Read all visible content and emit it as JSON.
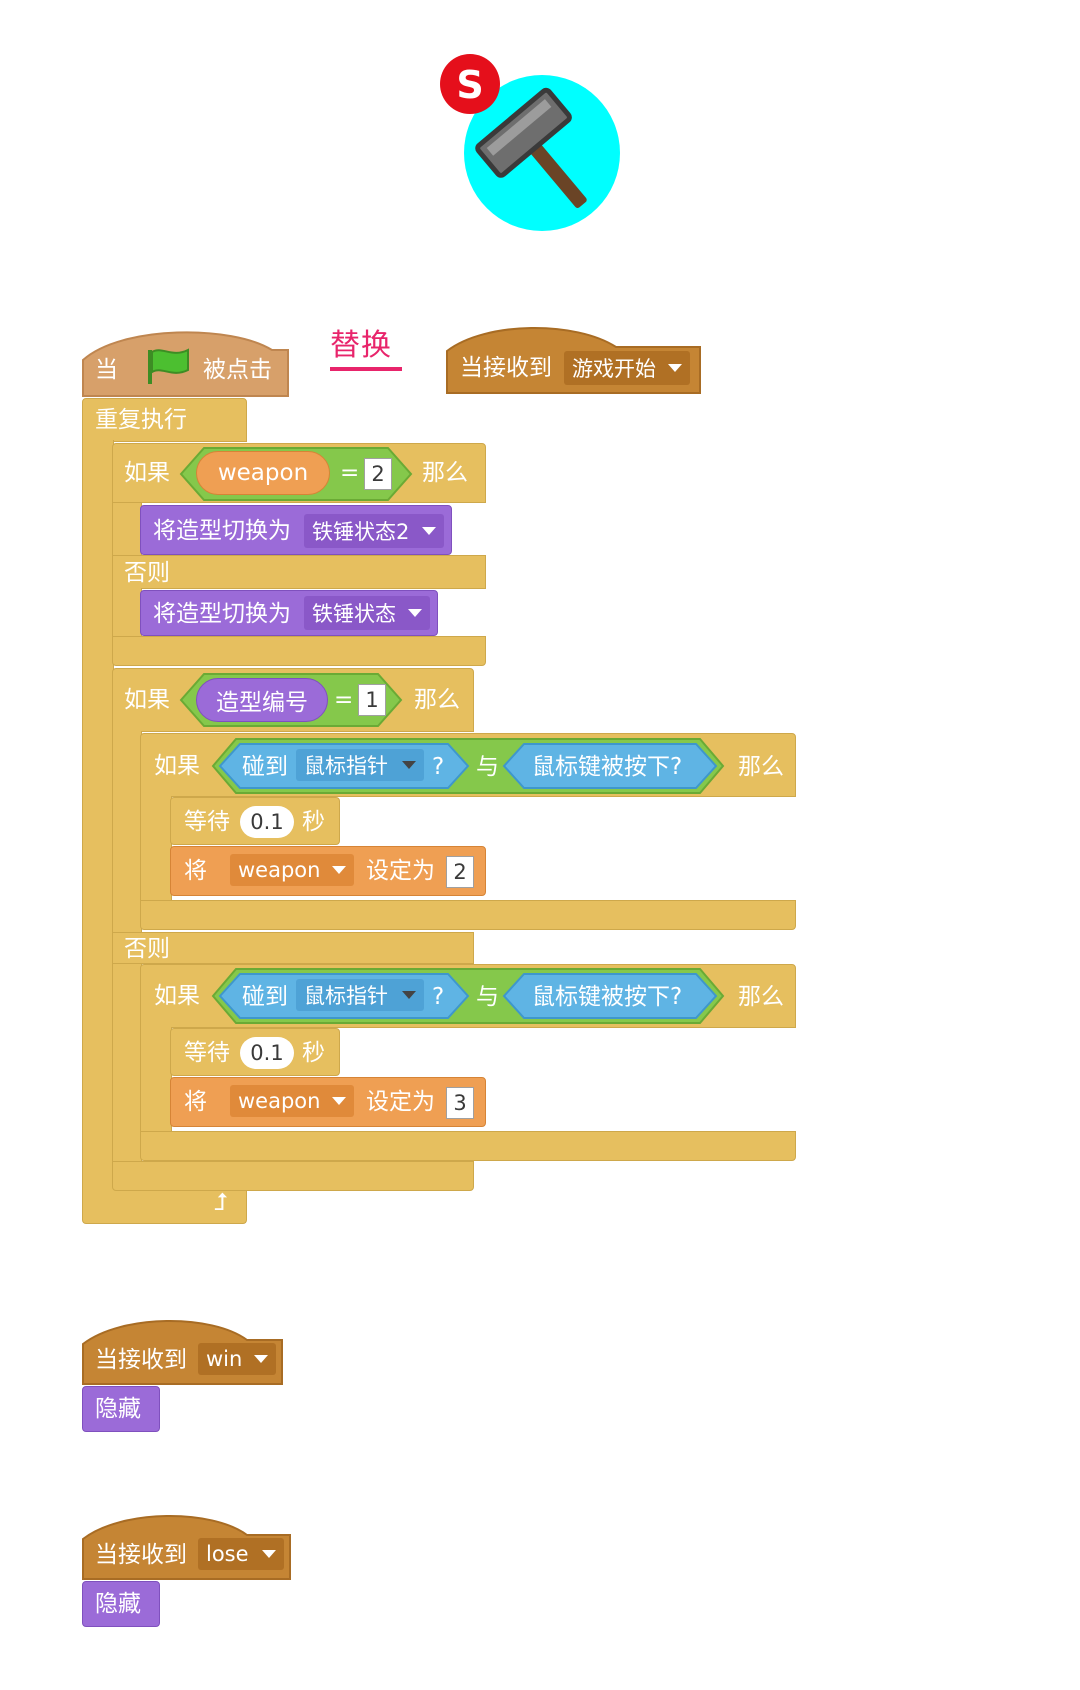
{
  "sprite": {
    "badge_letter": "S"
  },
  "replace_label": "替换",
  "script1": {
    "hat_when": "当",
    "hat_clicked": "被点击",
    "forever": "重复执行",
    "if1": {
      "if_label": "如果",
      "var": "weapon",
      "eq": "=",
      "value": "2",
      "then": "那么",
      "switch_label": "将造型切换为",
      "costume_a": "铁锤状态2",
      "else_label": "否则",
      "costume_b": "铁锤状态"
    },
    "if2": {
      "if_label": "如果",
      "reporter": "造型编号",
      "eq": "=",
      "value": "1",
      "then": "那么",
      "inner_if": {
        "if_label": "如果",
        "touching": "碰到",
        "touch_target": "鼠标指针",
        "q": "?",
        "and": "与",
        "mouse_down": "鼠标键被按下?",
        "then": "那么",
        "wait": "等待",
        "wait_value": "0.1",
        "sec": "秒",
        "set": "将",
        "set_var": "weapon",
        "set_to": "设定为",
        "set_value": "2"
      },
      "else_label": "否则",
      "inner_if2": {
        "if_label": "如果",
        "touching": "碰到",
        "touch_target": "鼠标指针",
        "q": "?",
        "and": "与",
        "mouse_down": "鼠标键被按下?",
        "then": "那么",
        "wait": "等待",
        "wait_value": "0.1",
        "sec": "秒",
        "set": "将",
        "set_var": "weapon",
        "set_to": "设定为",
        "set_value": "3"
      }
    }
  },
  "script2": {
    "hat": "当接收到",
    "message": "游戏开始"
  },
  "script3": {
    "hat": "当接收到",
    "message": "win",
    "hide": "隐藏"
  },
  "script4": {
    "hat": "当接收到",
    "message": "lose",
    "hide": "隐藏"
  },
  "colors": {
    "control": "#e6bf5f",
    "event": "#c58534",
    "looks": "#9b6bd8",
    "data": "#ef9f53",
    "operator": "#85c84b",
    "sensing": "#5fb4e4",
    "replace": "#e8246b"
  }
}
